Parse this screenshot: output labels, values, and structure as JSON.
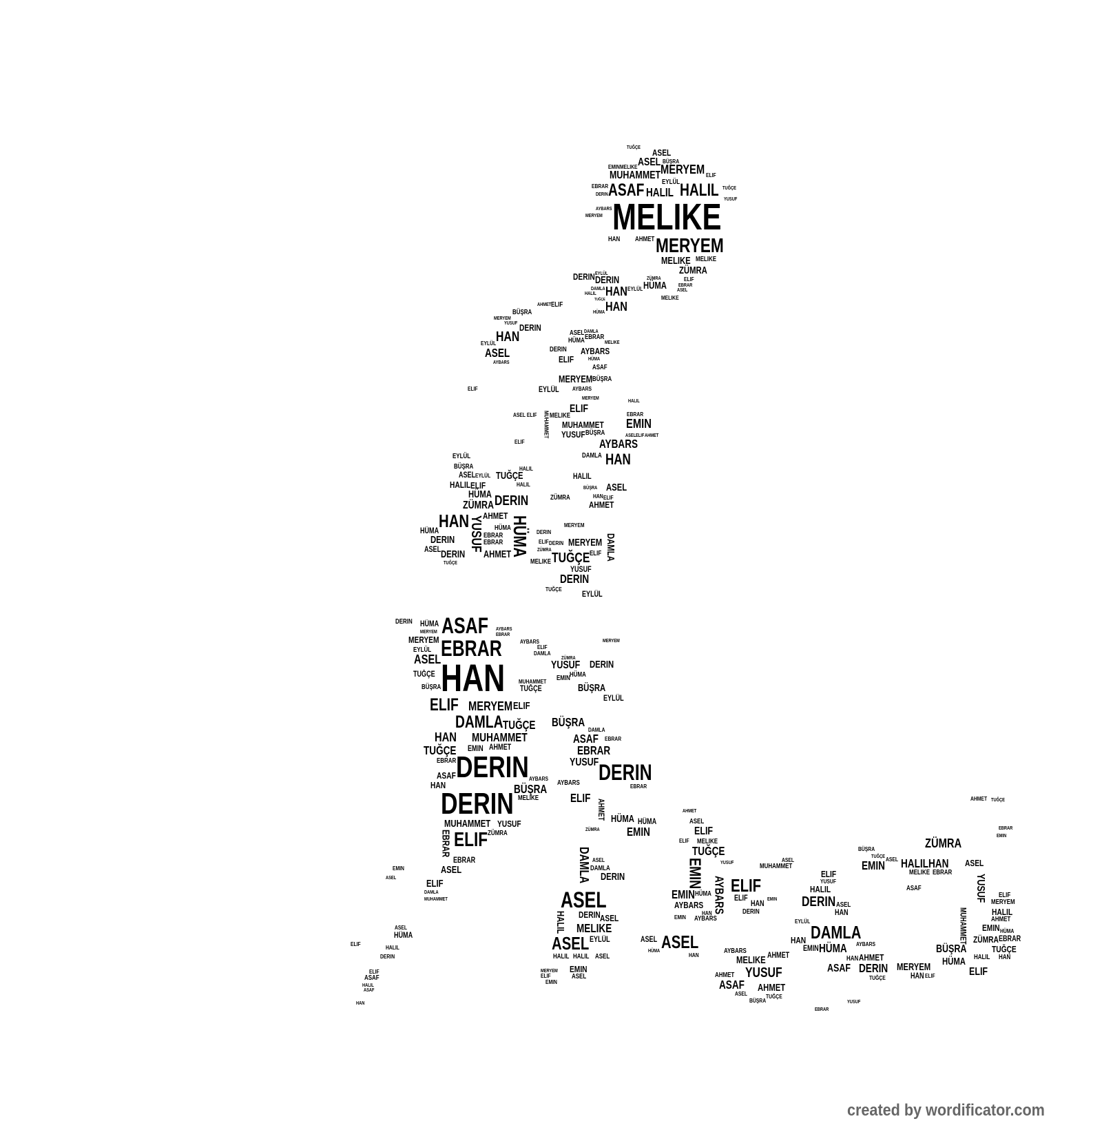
{
  "words": [
    "TUĞÇE",
    "ASEL",
    "ASEL",
    "MERYEM",
    "EMINMELIKE",
    "ELIF",
    "MUHAMMET",
    "EBRAR",
    "BÜŞRA",
    "EYLÜL",
    "ASAF",
    "HALIL",
    "HALIL",
    "TUĞÇE",
    "YUSUF",
    "DERIN",
    "MELIKE",
    "AYBARS",
    "MERYEM",
    "HAN",
    "AHMET",
    "MERYEM",
    "MELIKE",
    "MELIKE",
    "ZÜMRA",
    "ELIF",
    "EBRAR",
    "ASEL",
    "DERIN",
    "EYLÜL",
    "DAMLA",
    "DERIN",
    "HALIL",
    "HAN",
    "EYLÜL",
    "ZÜMRA",
    "HÜMA",
    "HAN",
    "MELIKE",
    "HÜMA",
    "TUĞÇE",
    "AHMET",
    "ELIF",
    "BÜŞRA",
    "YUSUF",
    "MERYEM",
    "DERIN",
    "HAN",
    "EYLÜL",
    "ASEL",
    "AYBARS",
    "ASEL",
    "DAMLA",
    "EBRAR",
    "HÜMA",
    "MELIKE",
    "DERIN",
    "AYBARS",
    "ELIF",
    "HÜMA",
    "ASAF",
    "MERYEM",
    "BÜŞRA",
    "ELIF",
    "EYLÜL",
    "AYBARS",
    "MERYEM",
    "HALIL",
    "ELIF",
    "MELIKE",
    "ASEL ELIF",
    "MUHAMMET",
    "EBRAR",
    "EMIN",
    "YUSUF",
    "BÜŞRA",
    "ELIF",
    "AYBARS",
    "HAN",
    "DAMLA",
    "ASEL",
    "ELIF",
    "AHMET",
    "EYLÜL",
    "BÜŞRA",
    "ASEL",
    "EYLÜL",
    "TUĞÇE",
    "HALIL",
    "HALIL",
    "HALIL",
    "ELIF",
    "HALIL",
    "BÜŞRA",
    "ASEL",
    "HÜMA",
    "DERIN",
    "ZÜMRA",
    "ELIF",
    "AHMET",
    "HAN",
    "AHMET",
    "HAN",
    "ZÜMRA",
    "HÜMA",
    "DERIN",
    "ASEL",
    "DERIN",
    "TUĞÇE",
    "EBRAR",
    "EBRAR",
    "HÜMA",
    "AHMET",
    "DERIN",
    "MERYEM",
    "DERIN",
    "ELIF",
    "ZÜMRA",
    "MERYEM",
    "TUĞÇE",
    "ELIF",
    "MELIKE",
    "YUSUF",
    "DERIN",
    "TUĞÇE",
    "EYLÜL",
    "DERIN",
    "HÜMA",
    "MERYEM",
    "MERYEM",
    "ASAF",
    "EBRAR",
    "AYBARS",
    "EBRAR",
    "AYBARS",
    "ELIF",
    "DAMLA",
    "MERYEM",
    "EYLÜL",
    "ASEL",
    "HAN",
    "ZÜMRA",
    "YUSUF",
    "DERIN",
    "TUĞÇE",
    "HÜMA",
    "EMIN",
    "TUĞÇE",
    "BÜŞRA",
    "EYLÜL",
    "BÜŞRA",
    "ELIF",
    "MERYEM",
    "ELIF",
    "MUHAMMET",
    "DAMLA",
    "BÜŞRA",
    "HAN",
    "MUHAMMET",
    "AHMET",
    "TUĞÇE",
    "TUĞÇE",
    "ASAF",
    "EBRAR",
    "YUSUF",
    "EBRAR",
    "DAMLA",
    "DERIN",
    "DERIN",
    "EBRAR",
    "HAN",
    "ASAF",
    "EMIN",
    "BÜŞRA",
    "AYBARS",
    "MELIKE",
    "AYBARS",
    "EBRAR",
    "ELIF",
    "DERIN",
    "MUHAMMET",
    "YUSUF",
    "ELIF",
    "ZÜMRA",
    "HÜMA",
    "HÜMA",
    "EMIN",
    "ZÜMRA",
    "EBRAR",
    "ASEL",
    "ELIF",
    "DAMLA",
    "MUHAMMET",
    "EMIN",
    "ASEL",
    "ASEL",
    "HÜMA",
    "ELIF",
    "HALIL",
    "DERIN",
    "ELIF",
    "ASAF",
    "HALIL",
    "ASAF",
    "HAN",
    "ASEL",
    "DAMLA",
    "DERIN",
    "ASEL",
    "DERIN",
    "EYLÜL",
    "ASEL",
    "MELIKE",
    "ASEL",
    "HALIL",
    "HALIL",
    "ASEL",
    "EMIN",
    "ASEL",
    "MERYEM",
    "ELIF",
    "EMIN",
    "ASEL",
    "ASEL",
    "HÜMA",
    "HAN",
    "AHMET",
    "ASEL",
    "ELIF",
    "ELIF",
    "MELIKE",
    "TUĞÇE",
    "MUHAMMET",
    "ASEL",
    "YUSUF",
    "EMIN",
    "ELIF",
    "AYBARS",
    "HÜMA",
    "HAN",
    "ELIF",
    "HAN",
    "EMIN",
    "DERIN",
    "AYBARS",
    "EMIN",
    "DERIN",
    "ASEL",
    "HAN",
    "HALIL",
    "ELIF",
    "YUSUF",
    "EMIN",
    "BÜŞRA",
    "TUĞÇE",
    "ASEL",
    "EYLÜL",
    "DAMLA",
    "HAN",
    "EMIN",
    "HÜMA",
    "AYBARS",
    "AYBARS",
    "AHMET",
    "MELIKE",
    "YUSUF",
    "ASAF",
    "AHMET",
    "AHMET",
    "ASEL",
    "BÜŞRA",
    "TUĞÇE",
    "ASAF",
    "DERIN",
    "HAN",
    "TUĞÇE",
    "AHMET",
    "MERYEM",
    "HAN",
    "ELIF",
    "ZÜMRA",
    "HALIL",
    "HAN",
    "ASEL",
    "EBRAR",
    "MELIKE",
    "ASAF",
    "ELIF",
    "MERYEM",
    "HALIL",
    "AHMET",
    "EMIN",
    "HÜMA",
    "ZÜMRA",
    "EBRAR",
    "TUĞÇE",
    "BÜŞRA",
    "HÜMA",
    "HALIL",
    "HAN",
    "ELIF",
    "AHMET",
    "TUĞÇE",
    "EBRAR",
    "EMIN",
    "YUSUF",
    "EBRAR",
    "YUSUF",
    "HÜMA",
    "DAMLA",
    "MUHAMMET",
    "EBRAR",
    "AHMET",
    "DAMLA",
    "HALIL",
    "EMIN",
    "AYBARS",
    "YUSUF",
    "MUHAMMET"
  ],
  "footer": "created by wordificator.com"
}
